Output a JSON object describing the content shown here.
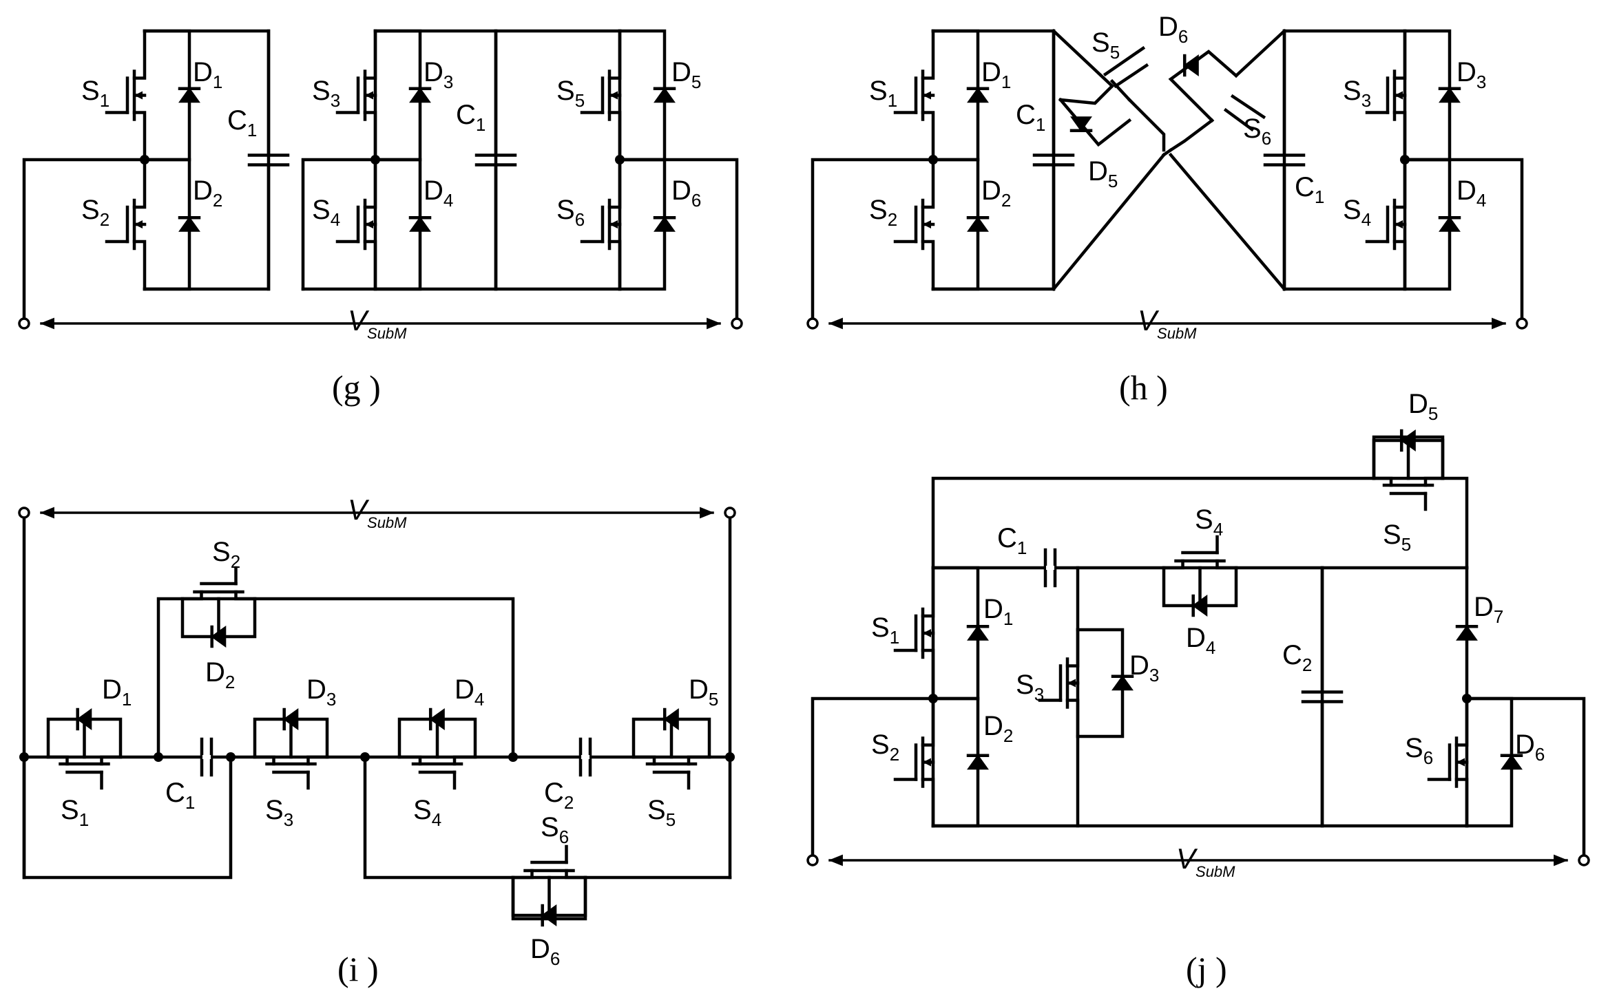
{
  "colors": {
    "ink": "#000000",
    "background": "#ffffff"
  },
  "icons": {
    "switch": "mosfet-switch-icon",
    "diode": "diode-icon",
    "capacitor": "capacitor-icon",
    "terminal": "terminal-circle-icon",
    "junction": "junction-dot-icon",
    "arrow": "double-headed-arrow-icon"
  },
  "voltage": {
    "main": "V",
    "sub": "SubM"
  },
  "panels": [
    {
      "caption": "(g )",
      "switches": [
        {
          "letter": "S",
          "index": "1"
        },
        {
          "letter": "S",
          "index": "2"
        },
        {
          "letter": "S",
          "index": "3"
        },
        {
          "letter": "S",
          "index": "4"
        },
        {
          "letter": "S",
          "index": "5"
        },
        {
          "letter": "S",
          "index": "6"
        }
      ],
      "diodes": [
        {
          "letter": "D",
          "index": "1"
        },
        {
          "letter": "D",
          "index": "2"
        },
        {
          "letter": "D",
          "index": "3"
        },
        {
          "letter": "D",
          "index": "4"
        },
        {
          "letter": "D",
          "index": "5"
        },
        {
          "letter": "D",
          "index": "6"
        }
      ],
      "capacitors": [
        {
          "letter": "C",
          "index": "1"
        },
        {
          "letter": "C",
          "index": "1"
        }
      ]
    },
    {
      "caption": "(h )",
      "switches": [
        {
          "letter": "S",
          "index": "1"
        },
        {
          "letter": "S",
          "index": "2"
        },
        {
          "letter": "S",
          "index": "3"
        },
        {
          "letter": "S",
          "index": "4"
        },
        {
          "letter": "S",
          "index": "5"
        },
        {
          "letter": "S",
          "index": "6"
        }
      ],
      "diodes": [
        {
          "letter": "D",
          "index": "1"
        },
        {
          "letter": "D",
          "index": "2"
        },
        {
          "letter": "D",
          "index": "3"
        },
        {
          "letter": "D",
          "index": "4"
        },
        {
          "letter": "D",
          "index": "5"
        },
        {
          "letter": "D",
          "index": "6"
        }
      ],
      "capacitors": [
        {
          "letter": "C",
          "index": "1"
        },
        {
          "letter": "C",
          "index": "1"
        }
      ]
    },
    {
      "caption": "(i )",
      "switches": [
        {
          "letter": "S",
          "index": "1"
        },
        {
          "letter": "S",
          "index": "2"
        },
        {
          "letter": "S",
          "index": "3"
        },
        {
          "letter": "S",
          "index": "4"
        },
        {
          "letter": "S",
          "index": "5"
        },
        {
          "letter": "S",
          "index": "6"
        }
      ],
      "diodes": [
        {
          "letter": "D",
          "index": "1"
        },
        {
          "letter": "D",
          "index": "2"
        },
        {
          "letter": "D",
          "index": "3"
        },
        {
          "letter": "D",
          "index": "4"
        },
        {
          "letter": "D",
          "index": "5"
        },
        {
          "letter": "D",
          "index": "6"
        }
      ],
      "capacitors": [
        {
          "letter": "C",
          "index": "1"
        },
        {
          "letter": "C",
          "index": "2"
        }
      ]
    },
    {
      "caption": "(j )",
      "switches": [
        {
          "letter": "S",
          "index": "1"
        },
        {
          "letter": "S",
          "index": "2"
        },
        {
          "letter": "S",
          "index": "3"
        },
        {
          "letter": "S",
          "index": "4"
        },
        {
          "letter": "S",
          "index": "5"
        },
        {
          "letter": "S",
          "index": "6"
        }
      ],
      "diodes": [
        {
          "letter": "D",
          "index": "1"
        },
        {
          "letter": "D",
          "index": "2"
        },
        {
          "letter": "D",
          "index": "3"
        },
        {
          "letter": "D",
          "index": "4"
        },
        {
          "letter": "D",
          "index": "5"
        },
        {
          "letter": "D",
          "index": "6"
        },
        {
          "letter": "D",
          "index": "7"
        }
      ],
      "capacitors": [
        {
          "letter": "C",
          "index": "1"
        },
        {
          "letter": "C",
          "index": "2"
        }
      ]
    }
  ]
}
